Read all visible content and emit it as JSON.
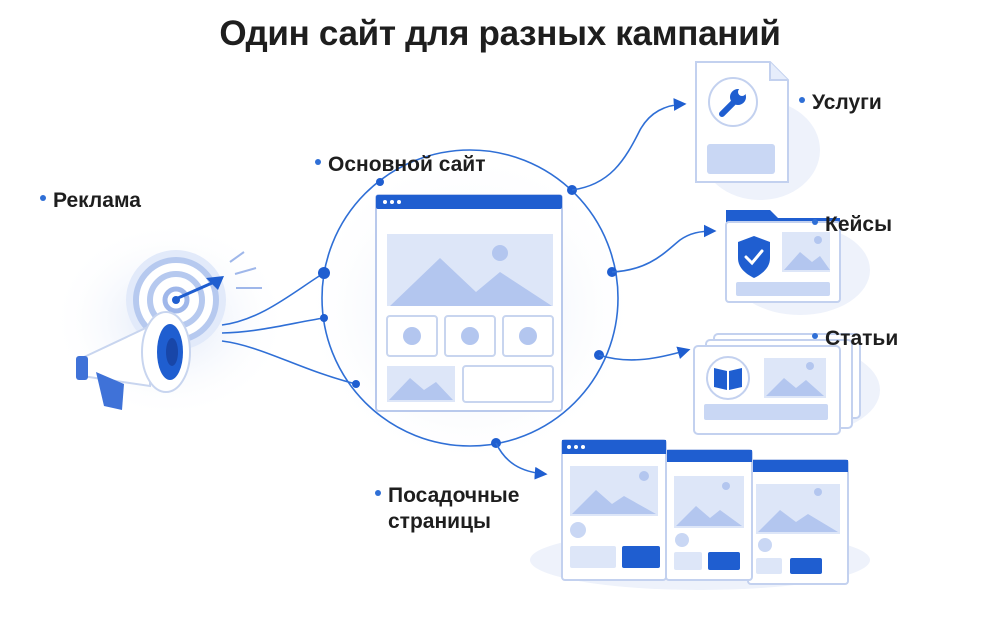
{
  "title": "Один сайт для разных кампаний",
  "labels": {
    "ads": "Реклама",
    "main_site": "Основной сайт",
    "services": "Услуги",
    "cases": "Кейсы",
    "articles": "Статьи",
    "landing_line1": "Посадочные",
    "landing_line2": "страницы"
  },
  "colors": {
    "primary": "#1f5ed0",
    "dark": "#1846a8",
    "light": "#c9d7f4",
    "pale": "#e6edfb",
    "text": "#1e1e1e"
  },
  "icons": {
    "ads": "megaphone-target-icon",
    "services": "wrench-icon",
    "cases": "shield-check-icon",
    "articles": "book-icon"
  }
}
